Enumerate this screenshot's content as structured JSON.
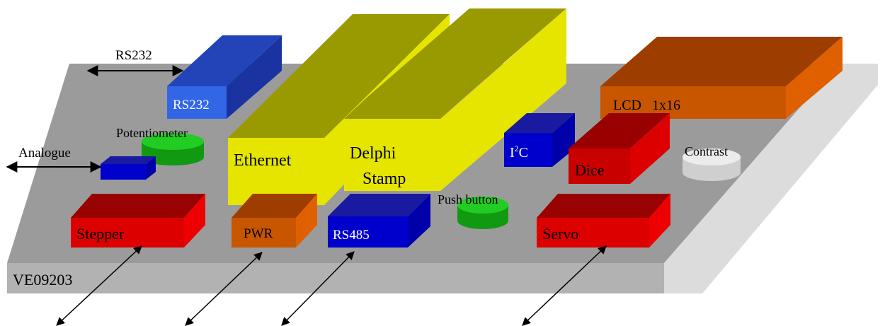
{
  "diagram": {
    "board_label": "VE09203",
    "modules": {
      "rs232": "RS232",
      "lcd": "LCD   1x16",
      "ethernet": "Ethernet",
      "delphi_line1": "Delphi",
      "delphi_line2": "Stamp",
      "i2c_main": "I",
      "i2c_sup": "2",
      "i2c_tail": "C",
      "dice": "Dice",
      "contrast": "Contrast",
      "potentiometer": "Potentiometer",
      "push_button": "Push button",
      "stepper": "Stepper",
      "pwr": "PWR",
      "rs485": "RS485",
      "servo": "Servo"
    },
    "connectors": {
      "rs232": "RS232",
      "analogue": "Analogue"
    }
  },
  "colors": {
    "board_top": "#9b9b9b",
    "board_front": "#b2b2b2",
    "board_side": "#dcdcdc",
    "blue_front": "#3366e6",
    "blue_dark": "#0000cc",
    "red_front": "#dd0000",
    "orange_front": "#c85500",
    "yellow_front": "#e5e500",
    "yellow_top": "#999900",
    "green": "#22cc22",
    "white_cyl": "#e6e6e6"
  }
}
